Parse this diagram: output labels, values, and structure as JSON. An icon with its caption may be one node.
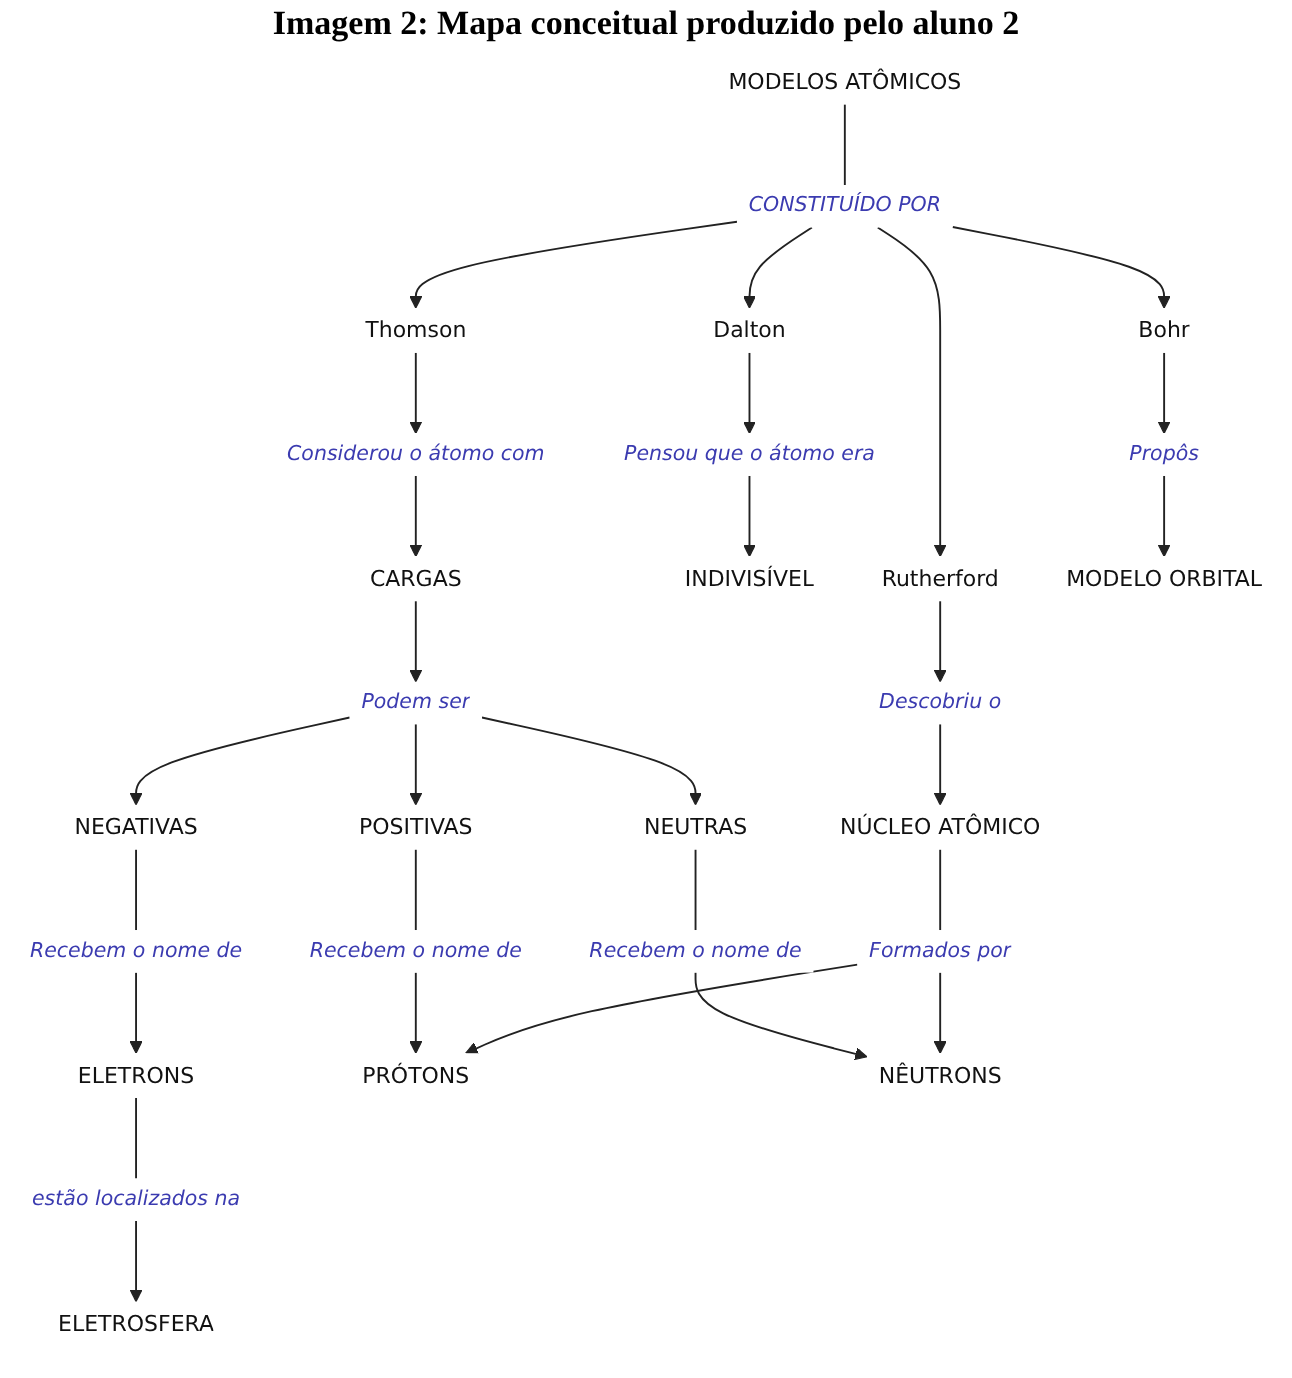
{
  "diagram": {
    "title": "Imagem 2: Mapa conceitual produzido pelo aluno 2",
    "nodes": [
      {
        "text": [
          "MODELOS ATÔMICOS"
        ]
      },
      {
        "text": [
          "CONSTITUÍDO POR"
        ]
      },
      {
        "text": [
          "Dalton"
        ]
      },
      {
        "text": [
          "Thomson"
        ]
      },
      {
        "text": [
          "Rutherford"
        ]
      },
      {
        "text": [
          "Bohr"
        ]
      },
      {
        "text": [
          "Pensou que o átomo era"
        ]
      },
      {
        "text": [
          "INDIVISÍVEL"
        ]
      },
      {
        "text": [
          "Considerou o átomo com"
        ]
      },
      {
        "text": [
          "CARGAS"
        ]
      },
      {
        "text": [
          "Podem ser"
        ]
      },
      {
        "text": [
          "NEGATIVAS"
        ]
      },
      {
        "text": [
          "POSITIVAS"
        ]
      },
      {
        "text": [
          "NEUTRAS"
        ]
      },
      {
        "text": [
          "Recebem o nome de"
        ]
      },
      {
        "text": [
          "Recebem o nome de"
        ]
      },
      {
        "text": [
          "Recebem o nome de"
        ]
      },
      {
        "text": [
          "ELETRONS"
        ]
      },
      {
        "text": [
          "PRÓTONS"
        ]
      },
      {
        "text": [
          "NÊUTRONS"
        ]
      },
      {
        "text": [
          "estão localizados na"
        ]
      },
      {
        "text": [
          "ELETROSFERA"
        ]
      },
      {
        "text": [
          "Descobriu o"
        ]
      },
      {
        "text": [
          "NÚCLEO ATÔMICO"
        ]
      },
      {
        "text": [
          "Propôs"
        ]
      },
      {
        "text": [
          "MODELO ORBITAL"
        ]
      },
      {
        "text": [
          "Formados por"
        ]
      }
    ],
    "edges": [
      {
        "from": 0,
        "to": 1,
        "arrow": "none"
      },
      {
        "from": 1,
        "to": 2,
        "arrow": "to"
      },
      {
        "from": 1,
        "to": 3,
        "arrow": "to"
      },
      {
        "from": 1,
        "to": 4,
        "arrow": "to"
      },
      {
        "from": 1,
        "to": 5,
        "arrow": "to"
      },
      {
        "from": 2,
        "to": 6,
        "arrow": "to"
      },
      {
        "from": 6,
        "to": 7,
        "arrow": "to"
      },
      {
        "from": 3,
        "to": 8,
        "arrow": "to"
      },
      {
        "from": 8,
        "to": 9,
        "arrow": "to"
      },
      {
        "from": 9,
        "to": 10,
        "arrow": "to"
      },
      {
        "from": 10,
        "to": 11,
        "arrow": "to"
      },
      {
        "from": 10,
        "to": 12,
        "arrow": "to"
      },
      {
        "from": 10,
        "to": 13,
        "arrow": "to"
      },
      {
        "from": 11,
        "to": 14,
        "arrow": "none"
      },
      {
        "from": 12,
        "to": 15,
        "arrow": "none"
      },
      {
        "from": 13,
        "to": 16,
        "arrow": "none"
      },
      {
        "from": 14,
        "to": 17,
        "arrow": "to"
      },
      {
        "from": 15,
        "to": 18,
        "arrow": "to"
      },
      {
        "from": 16,
        "to": 19,
        "arrow": "to"
      },
      {
        "from": 17,
        "to": 20,
        "arrow": "none"
      },
      {
        "from": 20,
        "to": 21,
        "arrow": "to"
      },
      {
        "from": 4,
        "to": 22,
        "arrow": "to"
      },
      {
        "from": 22,
        "to": 23,
        "arrow": "to"
      },
      {
        "from": 5,
        "to": 24,
        "arrow": "to"
      },
      {
        "from": 24,
        "to": 25,
        "arrow": "to"
      },
      {
        "from": 23,
        "to": 26,
        "arrow": "none"
      },
      {
        "from": 26,
        "to": 19,
        "arrow": "to"
      },
      {
        "from": 26,
        "to": 18,
        "arrow": "to"
      }
    ]
  }
}
